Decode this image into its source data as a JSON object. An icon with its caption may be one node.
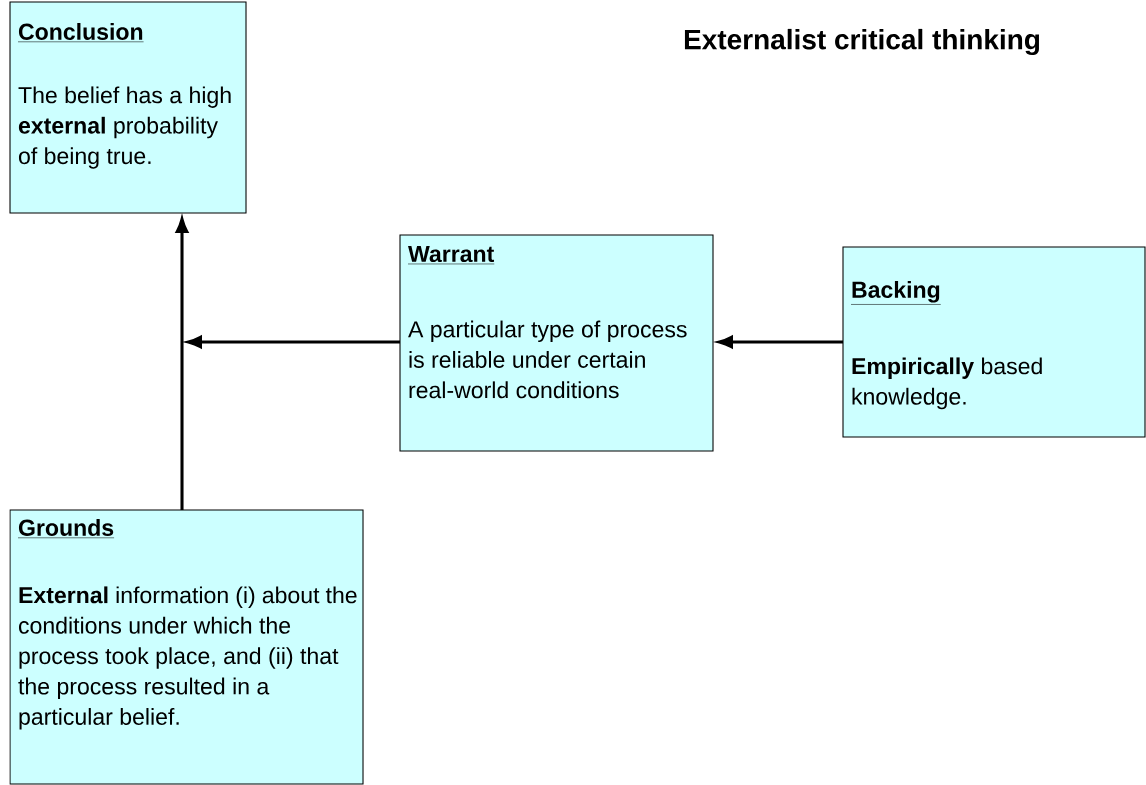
{
  "diagram": {
    "title": "Externalist critical thinking",
    "nodes": [
      {
        "text": [
          "Conclusion",
          "The belief has a high **external** probability of being true."
        ]
      },
      {
        "text": [
          "Warrant",
          "A particular type of process is reliable under certain real-world conditions"
        ]
      },
      {
        "text": [
          "Backing",
          "**Empirically** based knowledge."
        ]
      },
      {
        "text": [
          "Grounds",
          "**External** information (i) about the conditions under which the process took place, and (ii) that the process resulted in a particular belief."
        ]
      }
    ],
    "edges": [
      {
        "from": 3,
        "to": 0,
        "arrow": "to"
      },
      {
        "from": 1,
        "to": null,
        "arrow": "to"
      },
      {
        "from": 2,
        "to": 1,
        "arrow": "to"
      }
    ]
  }
}
